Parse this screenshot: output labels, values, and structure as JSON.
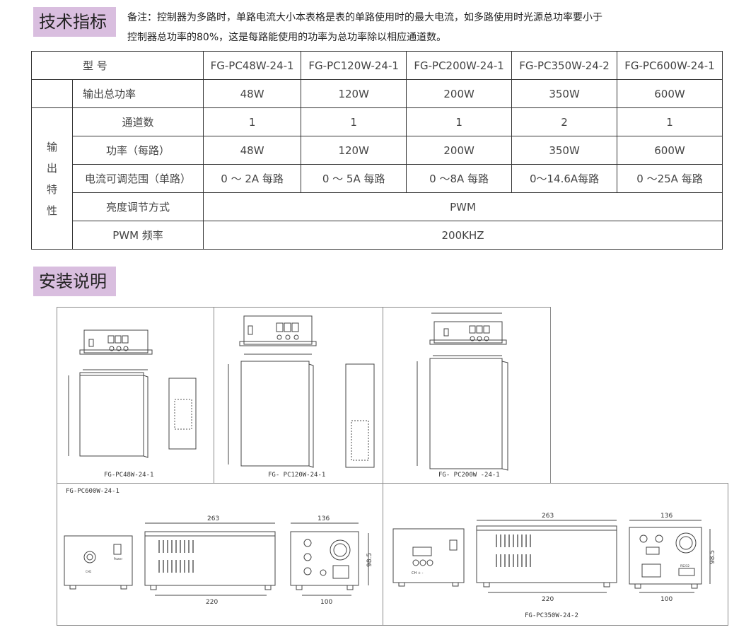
{
  "section1": {
    "title": "技术指标",
    "note_line1": "备注：控制器为多路时，单路电流大小本表格是表的单路使用时的最大电流，如多路使用时光源总功率要小于",
    "note_line2": "控制器总功率的80%，这是每路能使用的功率为总功率除以相应通道数。"
  },
  "table": {
    "model_header": "型        号",
    "models": [
      "FG-PC48W-24-1",
      "FG-PC120W-24-1",
      "FG-PC200W-24-1",
      "FG-PC350W-24-2",
      "FG-PC600W-24-1"
    ],
    "total_power_label": "输出总功率",
    "total_power": [
      "48W",
      "120W",
      "200W",
      "350W",
      "600W"
    ],
    "group_label": [
      "输",
      "出",
      "特",
      "性"
    ],
    "channels_label": "通道数",
    "channels": [
      "1",
      "1",
      "1",
      "2",
      "1"
    ],
    "power_per_label": "功率（每路）",
    "power_per": [
      "48W",
      "120W",
      "200W",
      "350W",
      "600W"
    ],
    "current_label": "电流可调范围（单路）",
    "current": [
      "0  ～  2A 每路",
      "0  ～  5A 每路",
      "0  ～8A 每路",
      "0～14.6A每路",
      "0  ～25A 每路"
    ],
    "dimming_label": "亮度调节方式",
    "dimming": "PWM",
    "pwm_freq_label": "PWM  频率",
    "pwm_freq": "200KHZ"
  },
  "section2": {
    "title": "安装说明"
  },
  "drawings": {
    "captions": [
      "FG-PC48W-24-1",
      "FG- PC120W-24-1",
      "FG- PC200W -24-1",
      "FG-PC600W-24-1",
      "FG-PC350W-24-2"
    ],
    "dims": {
      "d263a": "263",
      "d136a": "136",
      "d220a": "220",
      "d100a": "100",
      "d985a": "98.5",
      "d263b": "263",
      "d136b": "136",
      "d220b": "220",
      "d100b": "100",
      "d985b": "98.5"
    },
    "small_labels": {
      "ch1": "CH1",
      "power": "Power",
      "ch_pm": "CH  +  -",
      "rs232": "RS232"
    }
  }
}
